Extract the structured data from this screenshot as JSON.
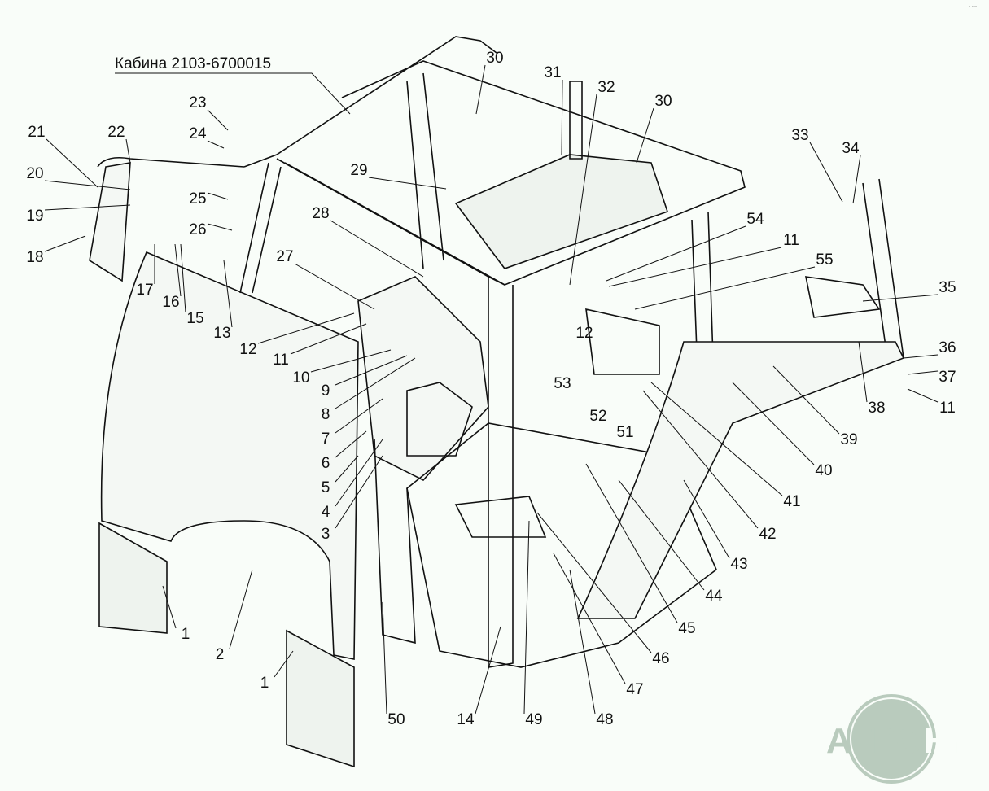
{
  "title": "Кабина 2103-6700015",
  "watermark": "АГРОНКА",
  "corner_mark": "▫ ▫▫▫",
  "callouts": [
    "30",
    "31",
    "32",
    "30",
    "33",
    "34",
    "29",
    "23",
    "24",
    "21",
    "22",
    "20",
    "25",
    "19",
    "26",
    "18",
    "28",
    "54",
    "11",
    "27",
    "55",
    "35",
    "17",
    "16",
    "15",
    "13",
    "12",
    "11",
    "12",
    "10",
    "9",
    "36",
    "37",
    "11",
    "38",
    "8",
    "7",
    "53",
    "52",
    "51",
    "39",
    "6",
    "5",
    "40",
    "4",
    "41",
    "3",
    "42",
    "43",
    "44",
    "45",
    "1",
    "2",
    "46",
    "47",
    "1",
    "50",
    "14",
    "49",
    "48"
  ],
  "colors": {
    "background": "#f9fdf9",
    "ink": "#111111",
    "watermark": "#b9cbbd"
  }
}
